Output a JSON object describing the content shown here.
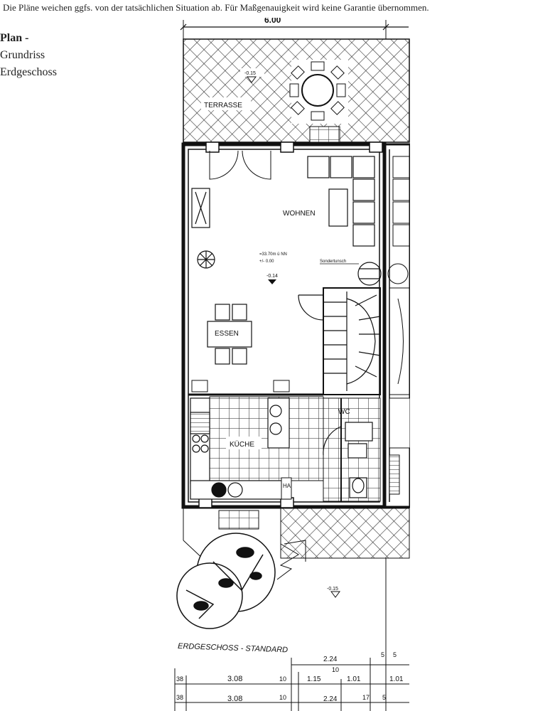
{
  "disclaimer": "Die Pläne weichen ggfs. von der tatsächlichen Situation ab. Für Maßgenauigkeit wird keine Garantie übernommen.",
  "caption": {
    "title": "Plan -",
    "line1": "Grundriss",
    "line2": "Erdgeschoss"
  },
  "plan": {
    "width_dim": "6.00",
    "rooms": {
      "terrace": "TERRASSE",
      "living": "WOHNEN",
      "dining": "ESSEN",
      "kitchen": "KÜCHE",
      "wc": "WC",
      "ha": "HA"
    },
    "levels": {
      "terrace": "-0.15",
      "height": "=33.70m ü NN",
      "zero": "+/- 0.00",
      "floor": "-0.14",
      "garden": "-0.15"
    },
    "labels": {
      "smoke": "Sondertunsch",
      "handwritten": "ERDGESCHOSS - STANDARD"
    },
    "dims_row1": [
      "2.24",
      "5",
      "5"
    ],
    "dims_row2": [
      "38",
      "3.08",
      "10",
      "1.15",
      "10",
      "1.01",
      "1.01"
    ],
    "dims_row3": [
      "38",
      "3.08",
      "10",
      "2.24",
      "17",
      "5"
    ]
  }
}
